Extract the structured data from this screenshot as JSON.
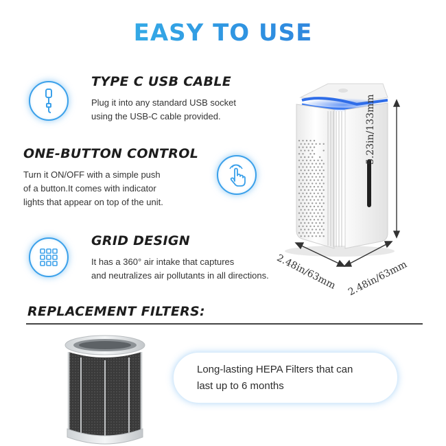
{
  "title": "EASY TO USE",
  "features": [
    {
      "title": "TYPE C USB CABLE",
      "icon": "usb-c-cable-icon",
      "lines": [
        "Plug it into any standard USB socket",
        "using the USB-C cable provided."
      ]
    },
    {
      "title": "ONE-BUTTON CONTROL",
      "icon": "finger-press-icon",
      "lines": [
        "Turn it ON/OFF with a simple push",
        "of a button.It comes with indicator",
        "lights that appear on top of the unit."
      ]
    },
    {
      "title": "GRID DESIGN",
      "icon": "grid-icon",
      "lines": [
        "It has a 360° air intake that captures",
        "and neutralizes air pollutants in all directions."
      ]
    }
  ],
  "dimensions": {
    "height": "5.23in/133mm",
    "depth": "2.48in/63mm",
    "width": "2.48in/63mm"
  },
  "filters": {
    "heading": "REPLACEMENT FILTERS:",
    "lines": [
      "Long-lasting HEPA Filters that can",
      "last up to 6 months"
    ]
  },
  "colors": {
    "accent": "#3aa0ea",
    "title_gradient_start": "#3bc4ec",
    "title_gradient_end": "#3a6fd8",
    "led_blue": "#2f6de8"
  }
}
